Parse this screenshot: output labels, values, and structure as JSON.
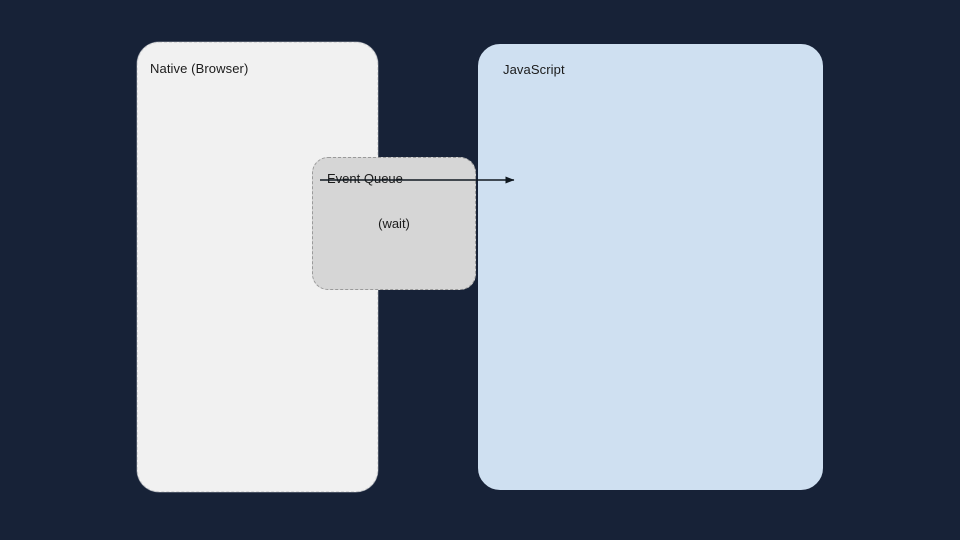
{
  "background_color": "#172237",
  "diagram": {
    "panels": [
      {
        "id": "native",
        "label": "Native (Browser)",
        "fill": "#f1f1f1",
        "border_style": "dashed",
        "border_color": "#d9d9d9"
      },
      {
        "id": "javascript",
        "label": "JavaScript",
        "fill": "#cfe0f1",
        "border_style": "solid",
        "border_color": "#cfe0f1"
      }
    ],
    "event_queue": {
      "title": "Event Queue",
      "status": "(wait)",
      "fill": "#d6d6d6",
      "border_style": "dashed",
      "border_color": "#9a9a9a"
    },
    "arrow": {
      "name": "event-queue-to-javascript-arrow",
      "color": "#101820",
      "direction": "left-to-right"
    },
    "text_color": "#1b1b1b"
  }
}
